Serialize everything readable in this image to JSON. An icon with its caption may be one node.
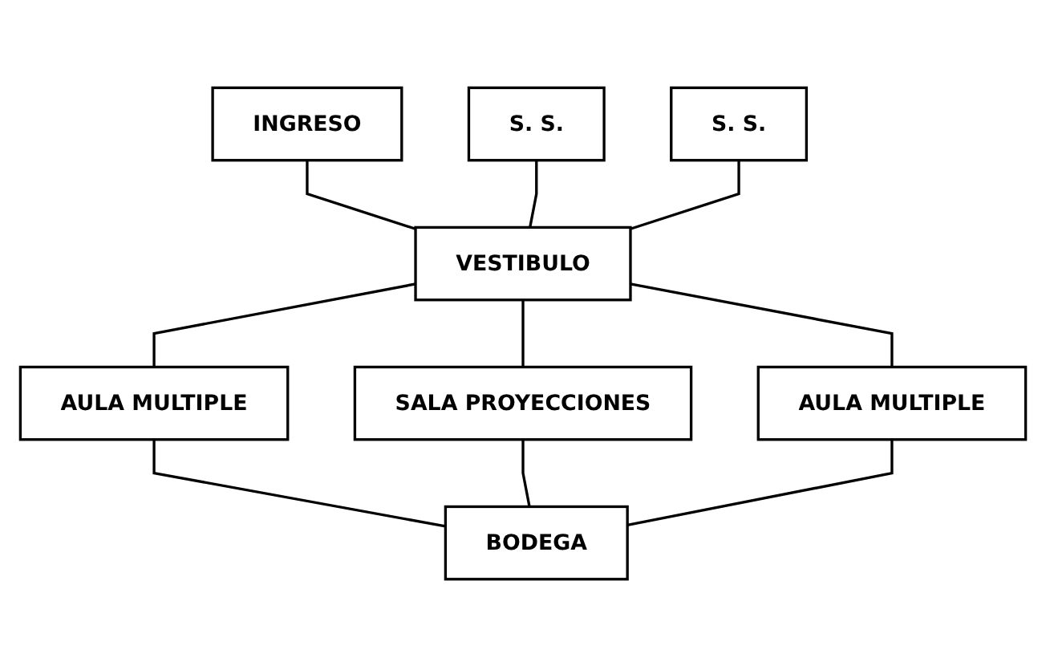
{
  "diagram": {
    "nodes": [
      {
        "text": [
          "INGRESO"
        ]
      },
      {
        "text": [
          "S. S."
        ]
      },
      {
        "text": [
          "S. S."
        ]
      },
      {
        "text": [
          "VESTIBULO"
        ]
      },
      {
        "text": [
          "AULA MULTIPLE"
        ]
      },
      {
        "text": [
          "SALA PROYECCIONES"
        ]
      },
      {
        "text": [
          "AULA MULTIPLE"
        ]
      },
      {
        "text": [
          "BODEGA"
        ]
      }
    ],
    "edges": [
      {
        "from": 0,
        "to": 3,
        "arrow": "none"
      },
      {
        "from": 1,
        "to": 3,
        "arrow": "none"
      },
      {
        "from": 2,
        "to": 3,
        "arrow": "none"
      },
      {
        "from": 3,
        "to": 4,
        "arrow": "none"
      },
      {
        "from": 3,
        "to": 5,
        "arrow": "none"
      },
      {
        "from": 3,
        "to": 6,
        "arrow": "none"
      },
      {
        "from": 4,
        "to": 7,
        "arrow": "none"
      },
      {
        "from": 5,
        "to": 7,
        "arrow": "none"
      },
      {
        "from": 6,
        "to": 7,
        "arrow": "none"
      }
    ]
  }
}
